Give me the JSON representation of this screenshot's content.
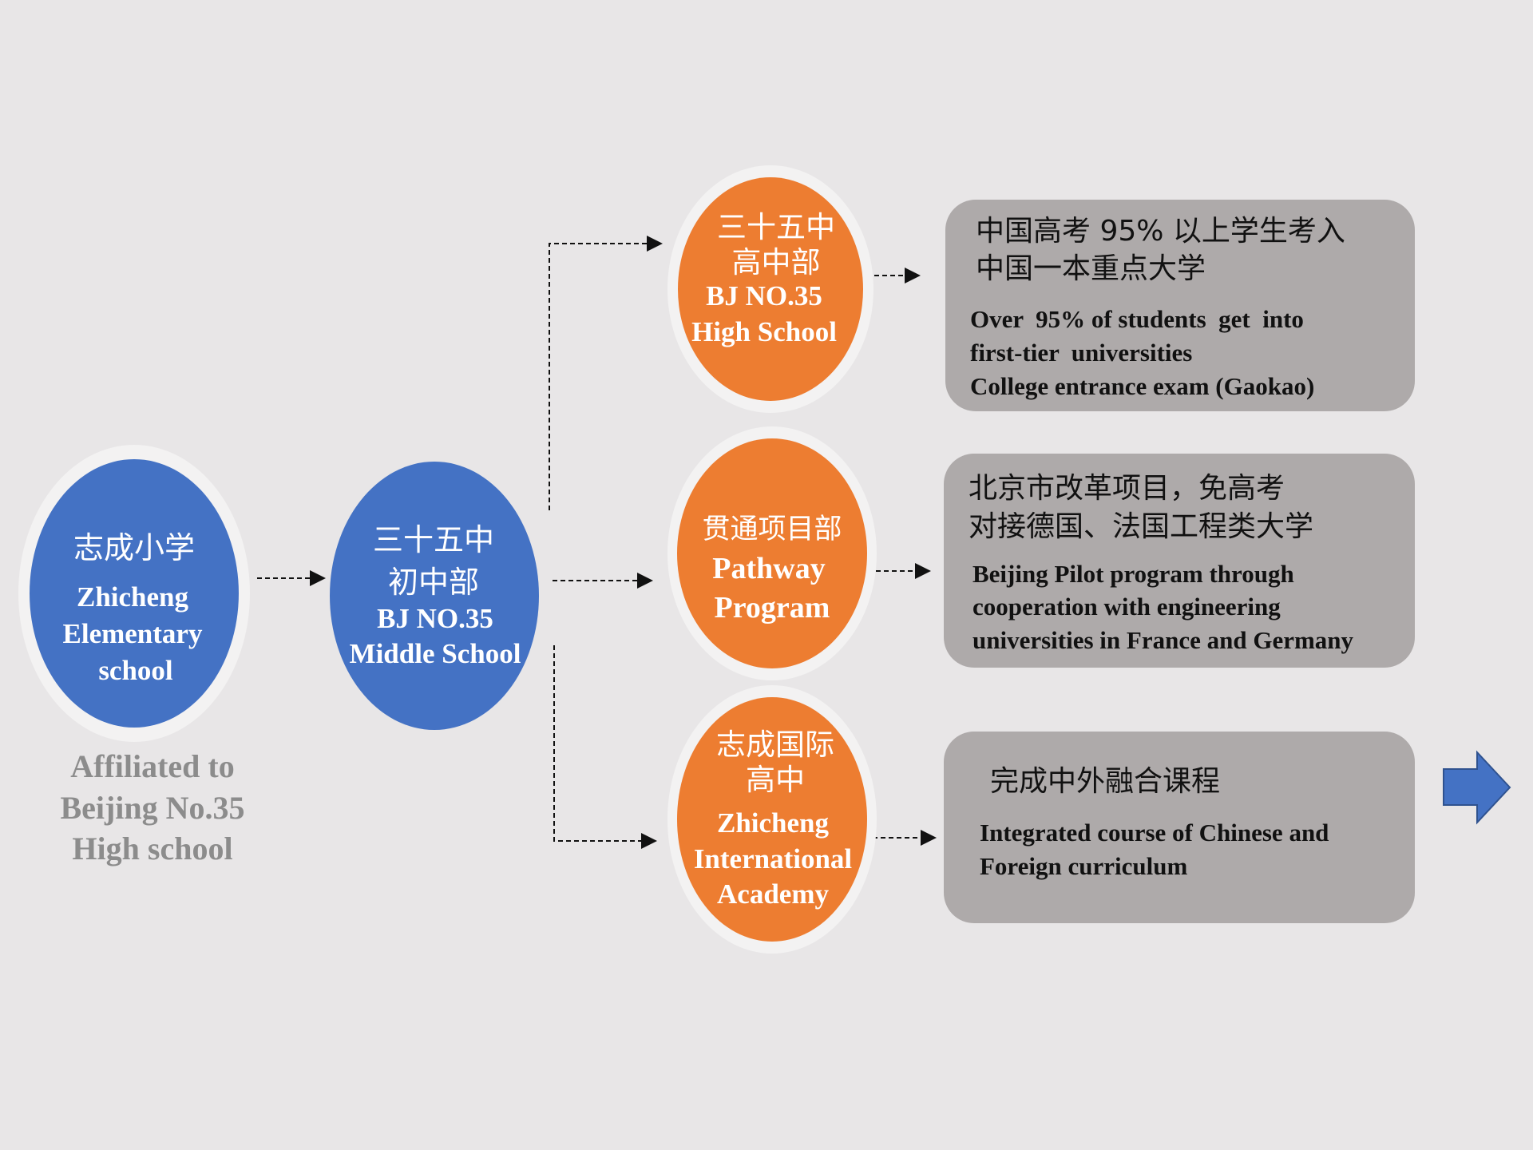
{
  "colors": {
    "blue": "#4472c4",
    "orange": "#ed7d31",
    "box": "#aeaaaa",
    "background": "#e8e6e7",
    "affiliated_text": "#8c8c8c"
  },
  "elementary": {
    "zh": "志成小学",
    "en": [
      "Zhicheng",
      "Elementary",
      "school"
    ],
    "affiliation": [
      "Affiliated to",
      "Beijing No.35",
      "High school"
    ]
  },
  "middle": {
    "zh": [
      "三十五中",
      "初中部"
    ],
    "en": [
      "BJ NO.35",
      "Middle School"
    ]
  },
  "high": {
    "zh": [
      "三十五中",
      "高中部"
    ],
    "en": [
      "BJ NO.35",
      "High School"
    ]
  },
  "pathway": {
    "zh": "贯通项目部",
    "en": [
      "Pathway",
      "Program"
    ]
  },
  "intl": {
    "zh": [
      "志成国际",
      "高中"
    ],
    "en": [
      "Zhicheng",
      "International",
      "Academy"
    ]
  },
  "boxes": [
    {
      "zh": [
        "中国高考 95% 以上学生考入",
        "中国一本重点大学"
      ],
      "en": [
        "Over  95% of students  get  into",
        "first-tier  universities",
        "College entrance exam (Gaokao)"
      ]
    },
    {
      "zh": [
        "北京市改革项目，免高考",
        "对接德国、法国工程类大学"
      ],
      "en": [
        "Beijing Pilot program through",
        "cooperation with engineering",
        "universities in France and Germany"
      ]
    },
    {
      "zh": [
        "完成中外融合课程"
      ],
      "en": [
        "Integrated course of Chinese and",
        "Foreign curriculum"
      ]
    }
  ],
  "next_icon": "right-arrow-icon"
}
